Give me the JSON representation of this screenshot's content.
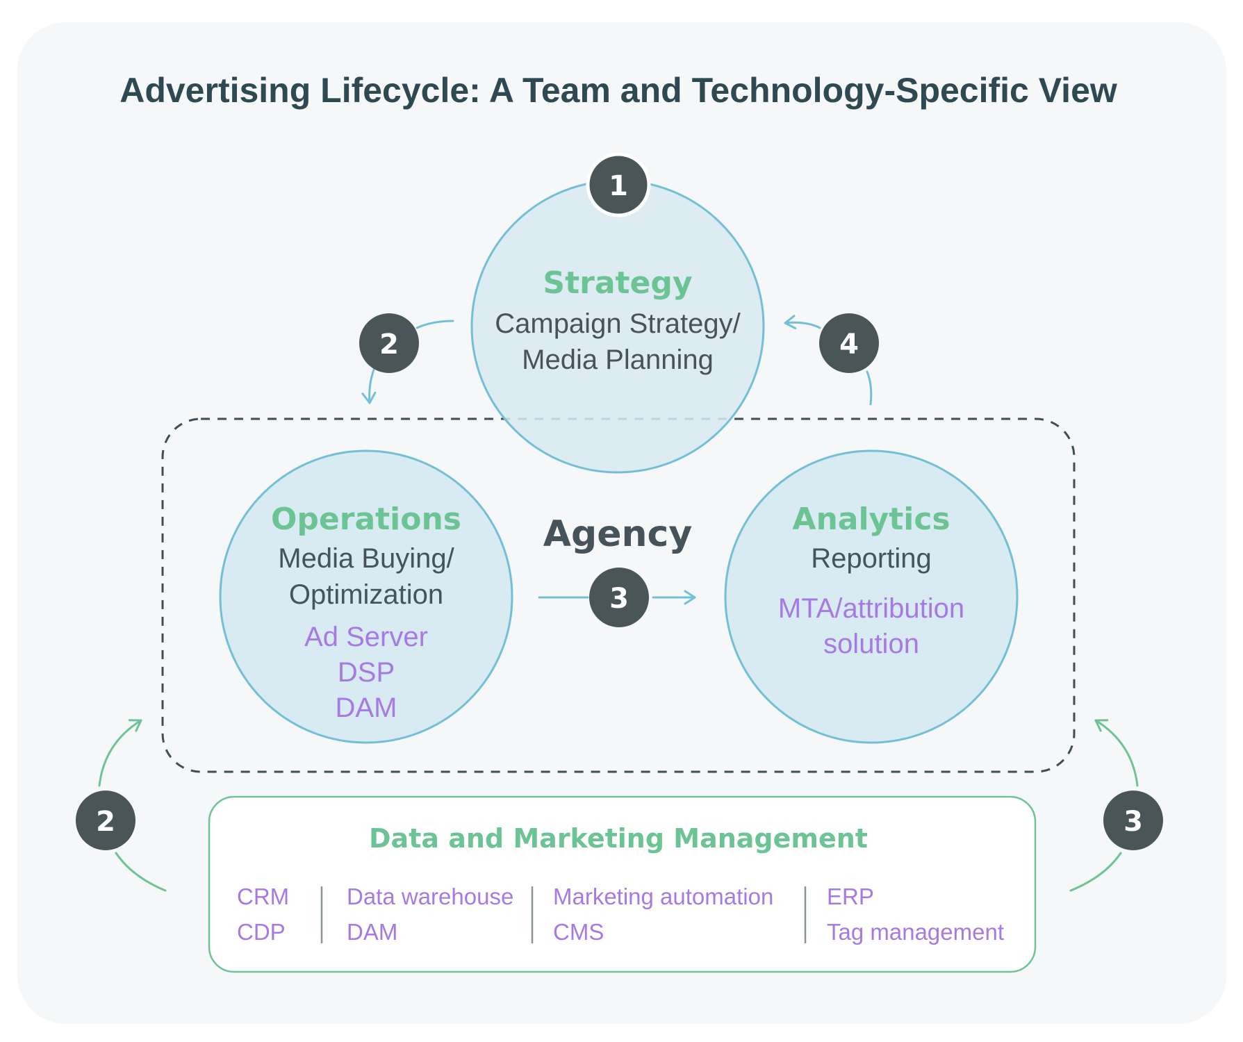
{
  "title": "Advertising Lifecycle: A Team and Technology-Specific View",
  "colors": {
    "background_panel": "#f5f7f9",
    "circle_fill": "#d8eaf2",
    "circle_stroke": "#72bfd6",
    "heading_green": "#6cc494",
    "tech_purple": "#a77ae3",
    "badge_fill": "#4a5558",
    "dashed_border": "#3d4e56"
  },
  "agency": {
    "label": "Agency"
  },
  "strategy": {
    "heading": "Strategy",
    "lines": [
      "Campaign Strategy/",
      "Media Planning"
    ],
    "badge": "1"
  },
  "operations": {
    "heading": "Operations",
    "lines": [
      "Media Buying/",
      "Optimization"
    ],
    "tech": [
      "Ad Server",
      "DSP",
      "DAM"
    ]
  },
  "analytics": {
    "heading": "Analytics",
    "lines": [
      "Reporting"
    ],
    "tech": [
      "MTA/attribution",
      "solution"
    ]
  },
  "flow_badges": {
    "strategy_to_operations": "2",
    "operations_to_analytics": "3",
    "analytics_to_strategy": "4",
    "data_to_operations": "2",
    "data_to_analytics": "3"
  },
  "data_management": {
    "title": "Data and Marketing Management",
    "columns": [
      [
        "CRM",
        "CDP"
      ],
      [
        "Data warehouse",
        "DAM"
      ],
      [
        "Marketing automation",
        "CMS"
      ],
      [
        "ERP",
        "Tag management"
      ]
    ]
  }
}
